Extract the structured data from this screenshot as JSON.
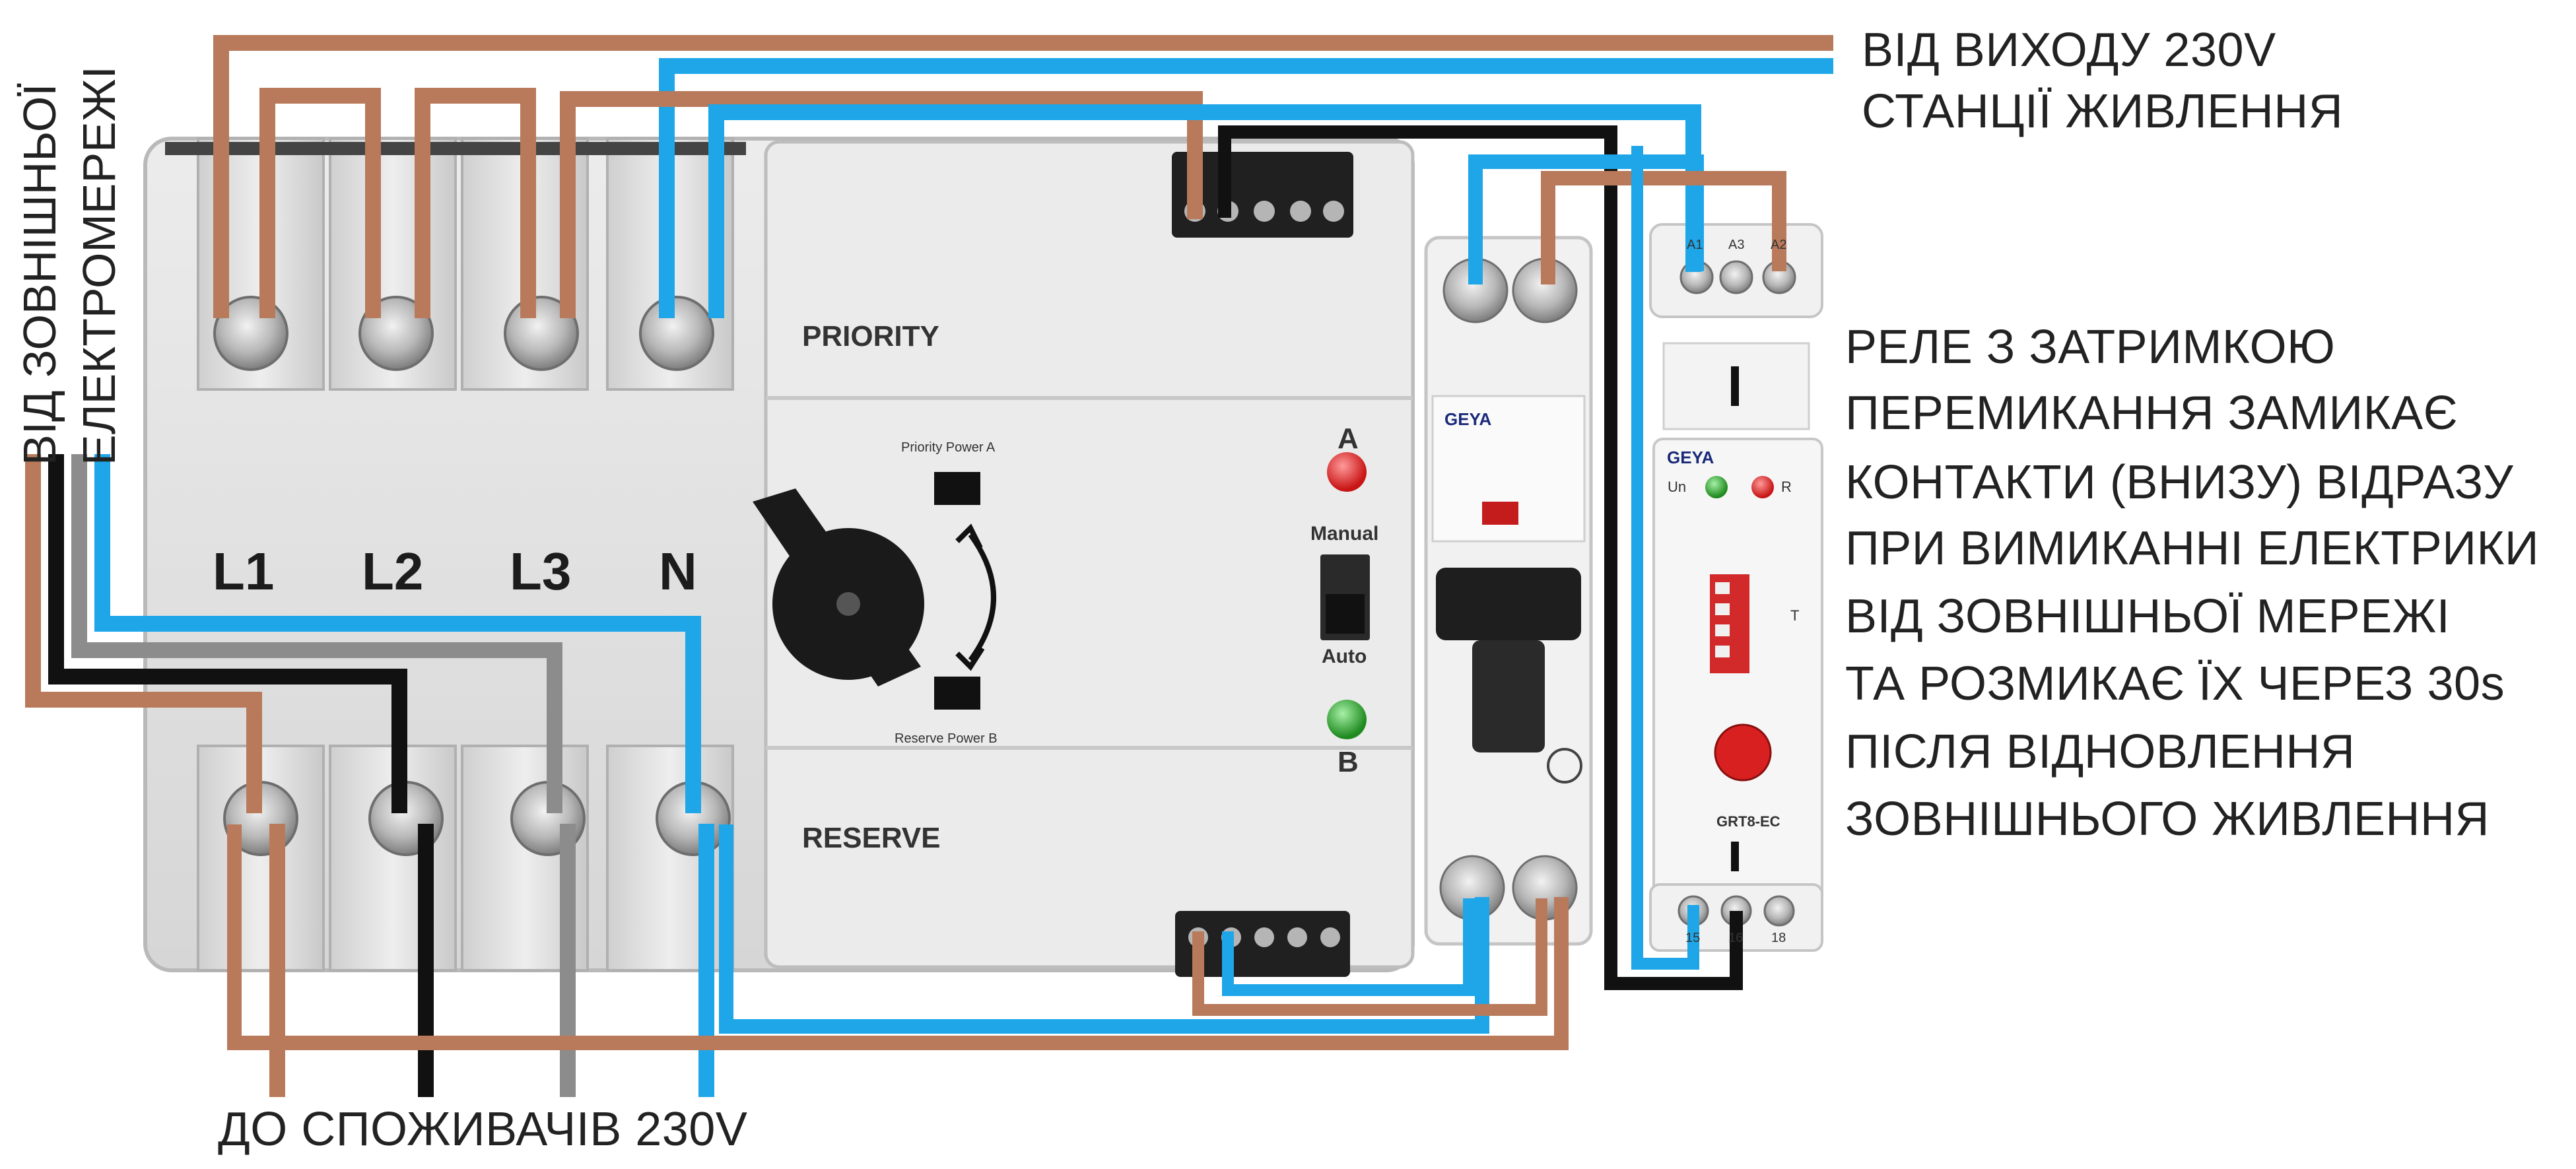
{
  "labels": {
    "source_output": [
      "ВІД ВИХОДУ 230V",
      "СТАНЦІЇ ЖИВЛЕННЯ"
    ],
    "external_grid": [
      "ВІД ЗОВНІШНЬОЇ",
      "ЕЛЕКТРОМЕРЕЖІ"
    ],
    "consumers": "ДО СПОЖИВАЧІВ 230V",
    "relay_description": [
      "РЕЛЕ З ЗАТРИМКОЮ",
      "ПЕРЕМИКАННЯ ЗАМИКАЄ",
      "КОНТАКТИ (ВНИЗУ) ВІДРАЗУ",
      "ПРИ ВИМИКАННІ ЕЛЕКТРИКИ",
      "ВІД ЗОВНІШНЬОЇ МЕРЕЖІ",
      "ТА РОЗМИКАЄ ЇХ ЧЕРЕЗ 30s",
      "ПІСЛЯ ВІДНОВЛЕННЯ",
      "ЗОВНІШНЬОГО ЖИВЛЕННЯ"
    ]
  },
  "switch": {
    "terminals": [
      "L1",
      "L2",
      "L3",
      "N"
    ],
    "priority": "PRIORITY",
    "reserve": "RESERVE",
    "led_a": "A",
    "led_b": "B",
    "manual": "Manual",
    "auto": "Auto",
    "priority_power": "Priority Power A",
    "reserve_power": "Reserve Power B"
  },
  "breaker": {
    "brand": "GEYA"
  },
  "relay": {
    "brand": "GEYA",
    "top_terminals": [
      "A1",
      "A3",
      "A2"
    ],
    "bottom_terminals": [
      "15",
      "16",
      "18"
    ],
    "led_un": "Un",
    "led_r": "R",
    "dip_label": "T",
    "model": "GRT8-EC"
  },
  "colors": {
    "brown": "#b87a5a",
    "blue": "#1ea6e8",
    "black": "#111111",
    "grey": "#8c8c8c",
    "led_red": "#e02020",
    "led_green": "#2fa52f"
  }
}
